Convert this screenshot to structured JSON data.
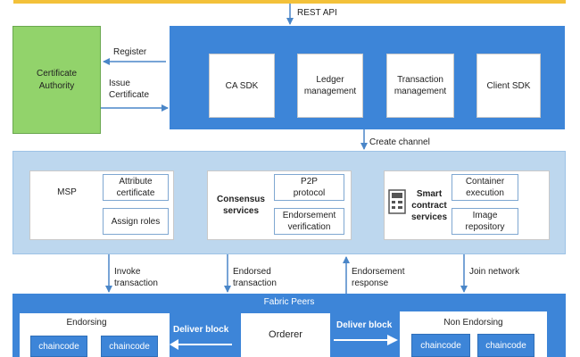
{
  "api": {
    "label": "REST API"
  },
  "ca": {
    "label": "Certificate Authority",
    "register": "Register",
    "issue": "Issue Certificate"
  },
  "sdk": {
    "items": [
      "CA SDK",
      "Ledger management",
      "Transaction management",
      "Client SDK"
    ]
  },
  "create_channel": "Create channel",
  "services": {
    "msp": {
      "label": "MSP",
      "sub": [
        "Attribute certificate",
        "Assign roles"
      ]
    },
    "consensus": {
      "label": "Consensus services",
      "sub": [
        "P2P protocol",
        "Endorsement verification"
      ]
    },
    "smart": {
      "label": "Smart contract services",
      "icon": "smart-contract-icon",
      "sub": [
        "Container execution",
        "Image repository"
      ]
    }
  },
  "flows": {
    "invoke": "Invoke transaction",
    "endorsed": "Endorsed transaction",
    "endorsement_response": "Endorsement response",
    "join": "Join network"
  },
  "peers": {
    "title": "Fabric Peers",
    "endorsing": "Endorsing",
    "orderer": "Orderer",
    "non_endorsing": "Non Endorsing",
    "deliver_left": "Deliver block",
    "deliver_right": "Deliver block",
    "chaincodes_left": [
      "chaincode",
      "chaincode"
    ],
    "chaincodes_right": [
      "chaincode",
      "chaincode"
    ]
  },
  "colors": {
    "accent_blue": "#3d85d8",
    "light_blue": "#bdd7ee",
    "ca_green": "#92d36b",
    "top_bar": "#f3c13a"
  }
}
